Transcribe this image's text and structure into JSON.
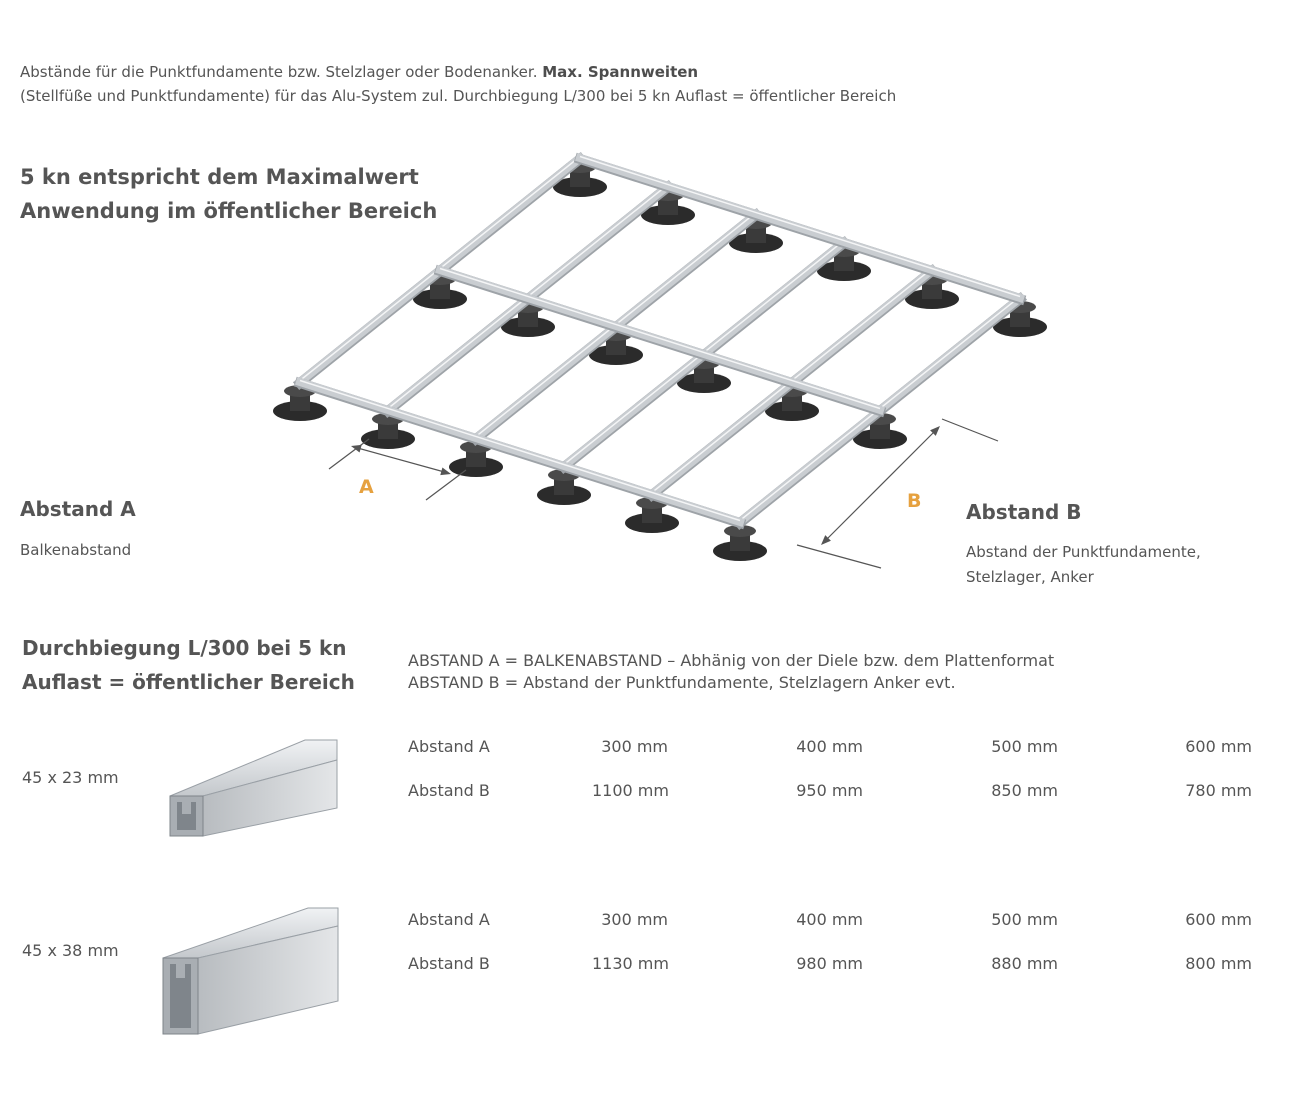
{
  "intro": {
    "line1_normal": "Abstände für die Punktfundamente bzw. Stelzlager oder Bodenanker. ",
    "line1_bold": "Max. Spannweiten",
    "line2": "(Stellfüße und Punktfundamente) für das Alu-System zul. Durchbiegung L/300 bei 5 kn  Auflast = öffentlicher Bereich"
  },
  "heading_top": {
    "line1": "5 kn entspricht dem Maximalwert",
    "line2": "Anwendung im öffentlicher Bereich"
  },
  "diagram": {
    "label_a": "A",
    "label_b": "B",
    "frame_color": "#c9cdd1",
    "foot_color": "#2b2b2b",
    "accent": "#e6a13f"
  },
  "abstand_a": {
    "title": "Abstand A",
    "desc": "Balkenabstand"
  },
  "abstand_b": {
    "title": "Abstand B",
    "desc_line1": "Abstand der Punktfundamente,",
    "desc_line2": "Stelzlager, Anker"
  },
  "heading_bottom": {
    "line1": "Durchbiegung L/300 bei 5 kn",
    "line2": "Auflast = öffentlicher Bereich"
  },
  "info": {
    "line1": "ABSTAND A = BALKENABSTAND – Abhänig von der Diele bzw. dem Plattenformat",
    "line2": "ABSTAND B = Abstand der Punktfundamente, Stelzlagern Anker evt."
  },
  "profiles": [
    {
      "size": "45 x 23 mm",
      "rows": [
        {
          "label": "Abstand A",
          "values": [
            "300 mm",
            "400 mm",
            "500 mm",
            "600 mm"
          ]
        },
        {
          "label": "Abstand B",
          "values": [
            "1100 mm",
            "950 mm",
            "850 mm",
            "780 mm"
          ]
        }
      ]
    },
    {
      "size": "45 x 38 mm",
      "rows": [
        {
          "label": "Abstand A",
          "values": [
            "300 mm",
            "400 mm",
            "500 mm",
            "600 mm"
          ]
        },
        {
          "label": "Abstand B",
          "values": [
            "1130 mm",
            "980 mm",
            "880 mm",
            "800 mm"
          ]
        }
      ]
    }
  ]
}
